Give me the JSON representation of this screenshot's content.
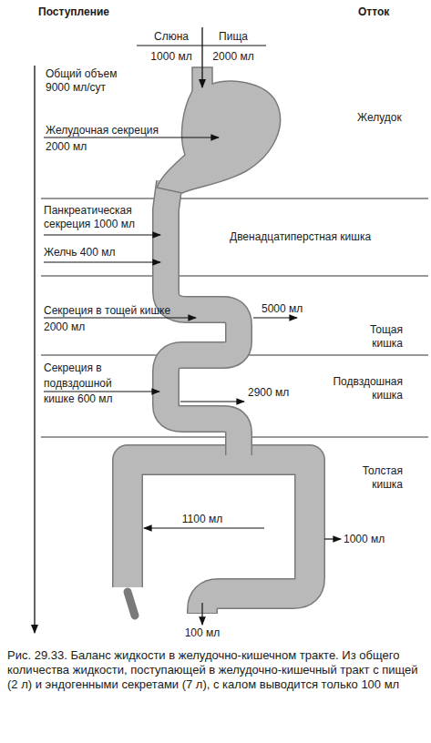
{
  "diagram": {
    "caption": "Рис. 29.33. Баланс жидкости в желудочно-кишечном тракте. Из общего количества жидкости, поступающей в желудочно-кишечный тракт с пищей (2 л) и эндогенными секретами (7 л), с калом выводится только 100 мл",
    "labels": [
      "Поступление",
      "Отток",
      "Слюна",
      "Пища",
      "1000 мл",
      "2000 мл",
      "Общий объем 9000 мл/сут",
      "Желудочная секреция 2000 мл",
      "Желудок",
      "Панкреатическая секреция 1000 мл",
      "Желчь 400 мл",
      "Двенадцатиперстная кишка",
      "Секреция в тощей кишке 2000 мл",
      "5000 мл",
      "Тощая кишка",
      "Секреция в подвздошной кишке 600 мл",
      "2900 мл",
      "Подвздошная кишка",
      "Толстая кишка",
      "1100 мл",
      "1000 мл",
      "100 мл"
    ]
  }
}
